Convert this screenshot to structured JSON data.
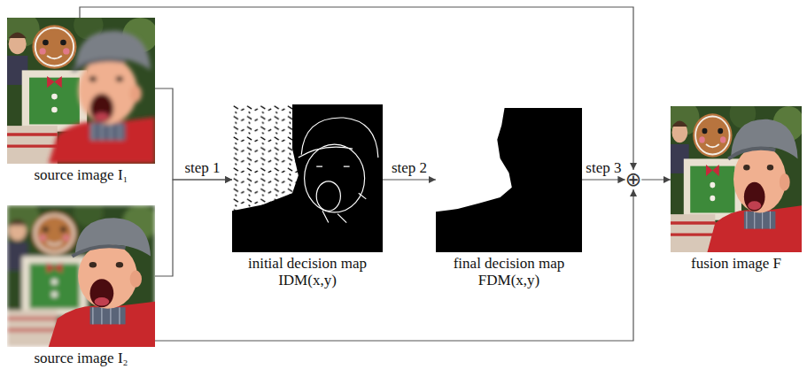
{
  "diagram": {
    "nodes": [
      {
        "text": [
          "source image I₁"
        ]
      },
      {
        "text": [
          "source image I₂"
        ]
      },
      {
        "text": [
          "initial decision map IDM(x,y)"
        ]
      },
      {
        "text": [
          "final decision map FDM(x,y)"
        ]
      },
      {
        "text": [
          "⊕"
        ]
      },
      {
        "text": [
          "fusion image F"
        ]
      }
    ],
    "edges": [
      {
        "from": 0,
        "to": 2,
        "label": "step 1",
        "arrow": "to"
      },
      {
        "from": 1,
        "to": 2,
        "arrow": "to"
      },
      {
        "from": 2,
        "to": 3,
        "label": "step 2",
        "arrow": "to"
      },
      {
        "from": 3,
        "to": 4,
        "label": "step 3",
        "arrow": "to"
      },
      {
        "from": 0,
        "to": 4,
        "arrow": "to"
      },
      {
        "from": 1,
        "to": 4,
        "arrow": "to"
      },
      {
        "from": 4,
        "to": 5,
        "arrow": "to"
      }
    ]
  }
}
